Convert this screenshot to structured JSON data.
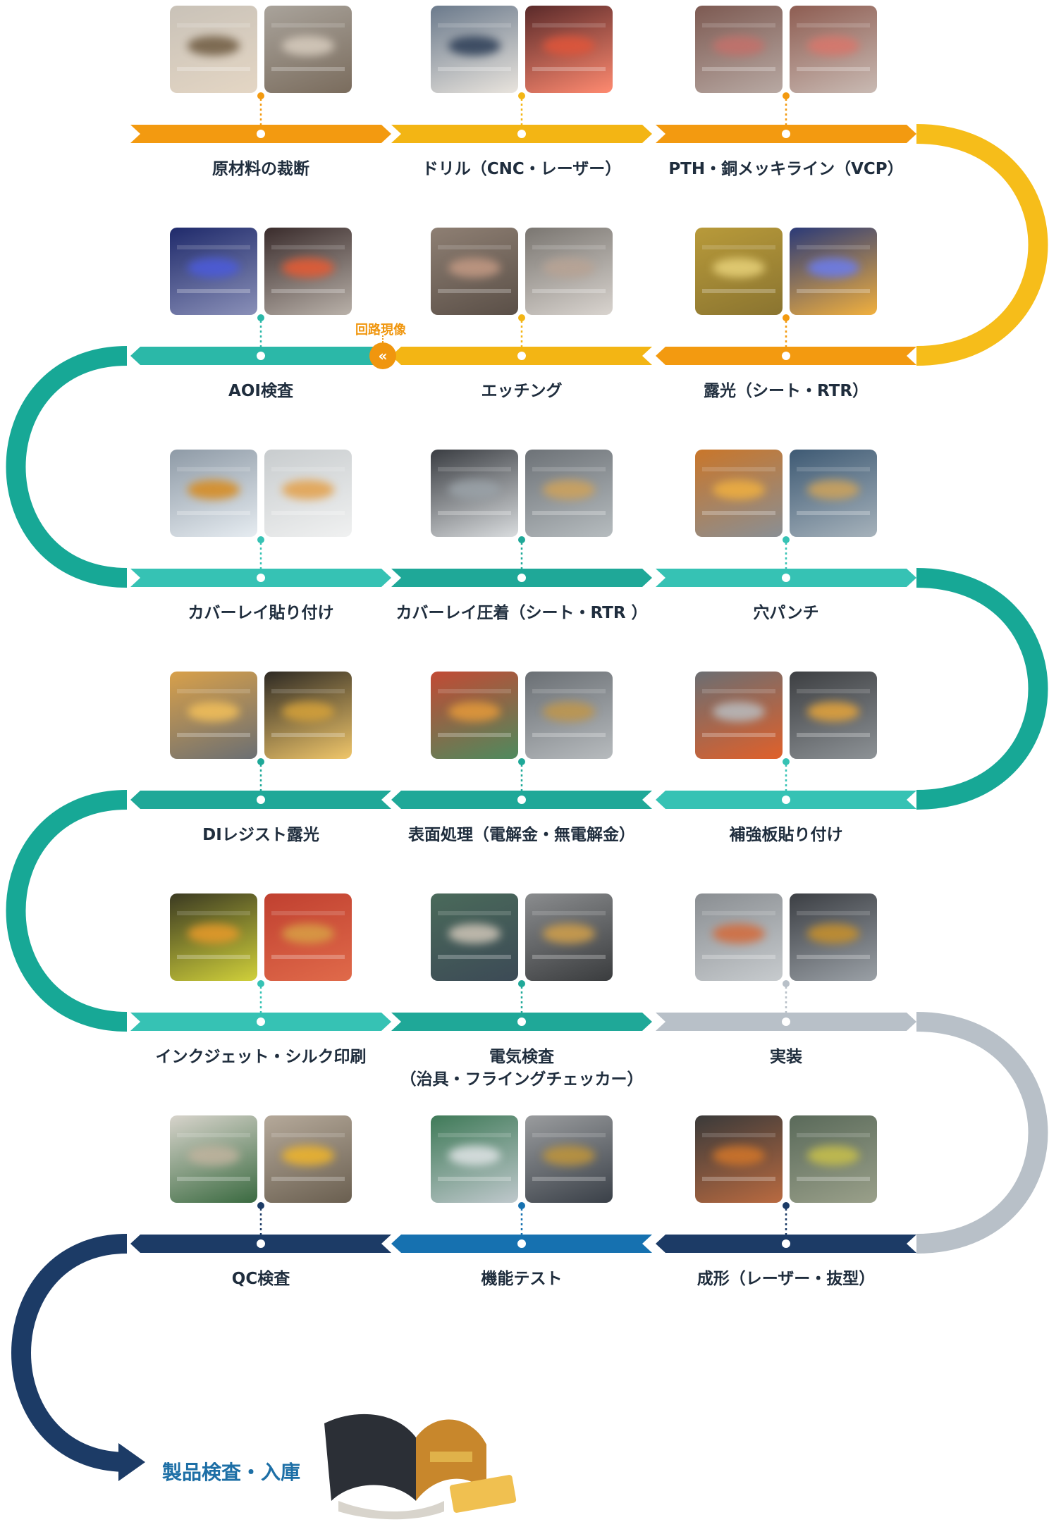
{
  "steps": [
    {
      "label": "原材料の裁断",
      "label2": "",
      "color": "#f39a10",
      "photos": [
        [
          "#c9c2b8",
          "#6e5a40",
          "#e4d6c4"
        ],
        [
          "#a9a39b",
          "#d8cdbf",
          "#7a6c5d"
        ]
      ]
    },
    {
      "label": "ドリル（CNC・レーザー）",
      "label2": "",
      "color": "#f3b514",
      "photos": [
        [
          "#6b7a8c",
          "#2c3d56",
          "#e9e4dd"
        ],
        [
          "#5a2a2a",
          "#e0553a",
          "#ff8a70"
        ]
      ]
    },
    {
      "label": "PTH・銅メッキライン（VCP）",
      "label2": "",
      "color": "#f39a10",
      "photos": [
        [
          "#7d5a52",
          "#c4706a",
          "#b8a9a3"
        ],
        [
          "#8e5d52",
          "#d9766b",
          "#c9bab3"
        ]
      ]
    },
    {
      "label": "露光（シート・RTR）",
      "label2": "",
      "color": "#f39a10",
      "photos": [
        [
          "#b89a3a",
          "#e8d27a",
          "#8a7430"
        ],
        [
          "#2b3a78",
          "#6a7cf0",
          "#f1b03e"
        ]
      ]
    },
    {
      "label": "エッチング",
      "label2": "",
      "color": "#f3b514",
      "photos": [
        [
          "#8e7f73",
          "#c49a84",
          "#5a4f47"
        ],
        [
          "#7a7671",
          "#b8a394",
          "#d9d4cf"
        ]
      ]
    },
    {
      "label": "AOI検査",
      "label2": "",
      "color": "#2bb8a8",
      "photos": [
        [
          "#1f2a6b",
          "#4b5bdc",
          "#8a90b8"
        ],
        [
          "#3a2c2c",
          "#e85a32",
          "#b9b1a9"
        ]
      ]
    },
    {
      "label": "カバーレイ貼り付け",
      "label2": "",
      "color": "#36c2b4",
      "photos": [
        [
          "#8e9aa6",
          "#d88a1c",
          "#e6ecf1"
        ],
        [
          "#c8ccce",
          "#e3a04a",
          "#f0f1f1"
        ]
      ]
    },
    {
      "label": "カバーレイ圧着（シート・RTR ）",
      "label2": "",
      "color": "#1fa898",
      "photos": [
        [
          "#3a3d42",
          "#9aa2a8",
          "#d9dcde"
        ],
        [
          "#6d7277",
          "#cfa25a",
          "#b6bcbf"
        ]
      ]
    },
    {
      "label": "穴パンチ",
      "label2": "",
      "color": "#36c2b4",
      "photos": [
        [
          "#c9762a",
          "#f0b040",
          "#8a8f94"
        ],
        [
          "#3e5a74",
          "#cfa35a",
          "#a6b2bb"
        ]
      ]
    },
    {
      "label": "補強板貼り付け",
      "label2": "",
      "color": "#36c2b4",
      "photos": [
        [
          "#6b6e72",
          "#b9bdc0",
          "#e0602a"
        ],
        [
          "#3d3f42",
          "#e6a43a",
          "#8d9296"
        ]
      ]
    },
    {
      "label": "表面処理（電解金・無電解金）",
      "label2": "",
      "color": "#1fa898",
      "photos": [
        [
          "#c24a34",
          "#e59a3a",
          "#4e8a5e"
        ],
        [
          "#6a6f74",
          "#c0964a",
          "#b7bbbe"
        ]
      ]
    },
    {
      "label": "DIレジスト露光",
      "label2": "",
      "color": "#1fa898",
      "photos": [
        [
          "#d8a04a",
          "#f3c05a",
          "#6b6f73"
        ],
        [
          "#2e2a24",
          "#d6a23a",
          "#f0c66a"
        ]
      ]
    },
    {
      "label": "インクジェット・シルク印刷",
      "label2": "",
      "color": "#36c2b4",
      "photos": [
        [
          "#3b3a22",
          "#e89a2a",
          "#d0d03a"
        ],
        [
          "#c04030",
          "#d8a045",
          "#e06a4a"
        ]
      ]
    },
    {
      "label": "電気検査",
      "label2": "（治具・フライングチェッカー）",
      "color": "#1fa898",
      "photos": [
        [
          "#4a6a5a",
          "#d0c6b8",
          "#3c4a56"
        ],
        [
          "#8a8c8e",
          "#d2a04a",
          "#3a3c3e"
        ]
      ]
    },
    {
      "label": "実装",
      "label2": "",
      "color": "#b8c0c8",
      "photos": [
        [
          "#8a8e92",
          "#d46a3a",
          "#c7cbce"
        ],
        [
          "#3c3f44",
          "#c8902a",
          "#9aa0a6"
        ]
      ]
    },
    {
      "label": "成形（レーザー・抜型）",
      "label2": "",
      "color": "#1c3b66",
      "photos": [
        [
          "#3a3a3a",
          "#d2762a",
          "#b96a40"
        ],
        [
          "#5a6a5a",
          "#c8c04a",
          "#9aa08a"
        ]
      ]
    },
    {
      "label": "機能テスト",
      "label2": "",
      "color": "#1671b0",
      "photos": [
        [
          "#3f7a58",
          "#e0e4e6",
          "#bfc8cc"
        ],
        [
          "#9a9c9e",
          "#c0953a",
          "#3a4048"
        ]
      ]
    },
    {
      "label": "QC検査",
      "label2": "",
      "color": "#1c3b66",
      "photos": [
        [
          "#d8d4cc",
          "#c0b39e",
          "#3a6a40"
        ],
        [
          "#b5a99a",
          "#f0b52a",
          "#6a5f50"
        ]
      ]
    }
  ],
  "etching_tag": "回路現像",
  "final_label": "製品検査・入庫",
  "icons": {
    "chevron": "double-chevron-left-icon"
  }
}
